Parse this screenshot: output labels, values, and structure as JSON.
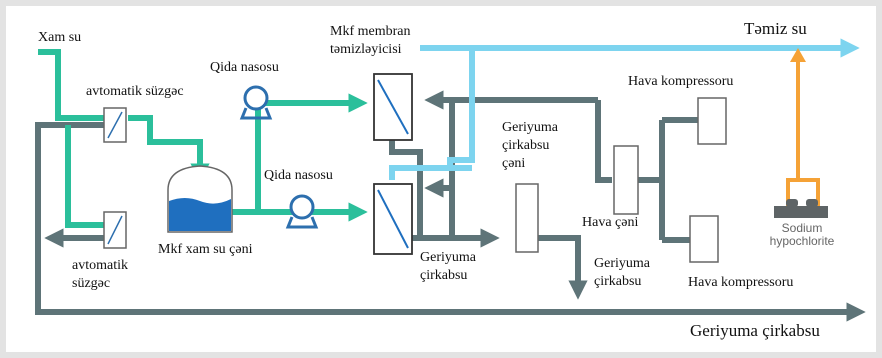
{
  "labels": {
    "raw_water": "Xam su",
    "auto_filter_top": "avtomatik süzgəc",
    "auto_filter_bottom_l1": "avtomatik",
    "auto_filter_bottom_l2": "süzgəc",
    "raw_tank": "Mkf xam su çəni",
    "feed_pump_top": "Qida nasosu",
    "feed_pump_bottom": "Qida nasosu",
    "membrane_cleaner_l1": "Mkf membran",
    "membrane_cleaner_l2": "təmizləyicisi",
    "clean_water": "Təmiz su",
    "backwash_tank_l1": "Geriyuma",
    "backwash_tank_l2": "çirkabsu",
    "backwash_tank_l3": "çəni",
    "backwash_waste_mid_l1": "Geriyuma",
    "backwash_waste_mid_l2": "çirkabsu",
    "air_tank": "Hava çəni",
    "backwash_waste_right_l1": "Geriyuma",
    "backwash_waste_right_l2": "çirkabsu",
    "compressor_top": "Hava kompressoru",
    "compressor_bottom": "Hava kompressoru",
    "sodium_l1": "Sodium",
    "sodium_l2": "hypochlorite",
    "backwash_waste_main": "Geriyuma çirkabsu"
  },
  "colors": {
    "feed": "#2bbf9b",
    "clean": "#7dd4ef",
    "waste": "#5e7478",
    "chemical": "#f5a236",
    "tank_water": "#1f6fbf",
    "pump": "#2d6fae"
  }
}
